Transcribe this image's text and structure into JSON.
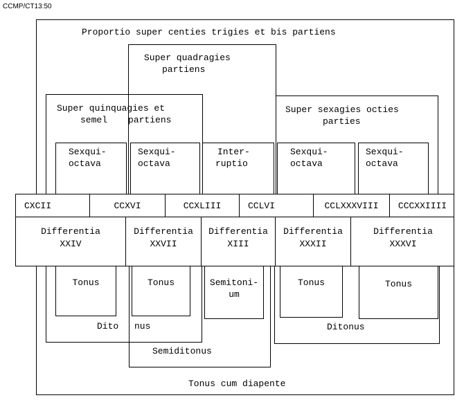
{
  "header": "CCMP/CT13:50",
  "outer": {
    "top": "Proportio super centies trigies et bis partiens",
    "bottom": "Tonus cum diapente"
  },
  "quadragies": {
    "line1": "Super quadragies",
    "line2": "partiens",
    "bottom": "Semiditonus"
  },
  "quinquagies": {
    "line1": "Super quinquagies et",
    "line2a": "semel",
    "line2b": "partiens",
    "bottom_a": "Dito",
    "bottom_b": "nus"
  },
  "sexagies": {
    "line1": "Super sexagies octies",
    "line2": "parties",
    "bottom": "Ditonus"
  },
  "upper_boxes": [
    {
      "l1": "Sexqui-",
      "l2": "octava"
    },
    {
      "l1": "Sexqui-",
      "l2": "octava"
    },
    {
      "l1": "Inter-",
      "l2": "ruptio"
    },
    {
      "l1": "Sexqui-",
      "l2": "octava"
    },
    {
      "l1": "Sexqui-",
      "l2": "octava"
    }
  ],
  "numbers": [
    "CXCII",
    "CCXVI",
    "CCXLIII",
    "CCLVI",
    "CCLXXXVIII",
    "CCCXXIIII"
  ],
  "differentiae": [
    {
      "l1": "Differentia",
      "l2": "XXIV"
    },
    {
      "l1": "Differentia",
      "l2": "XXVII"
    },
    {
      "l1": "Differentia",
      "l2": "XIII"
    },
    {
      "l1": "Differentia",
      "l2": "XXXII"
    },
    {
      "l1": "Differentia",
      "l2": "XXXVI"
    }
  ],
  "lower_boxes": [
    {
      "l1": "Tonus",
      "l2": ""
    },
    {
      "l1": "Tonus",
      "l2": ""
    },
    {
      "l1": "Semitoni-",
      "l2": "um"
    },
    {
      "l1": "Tonus",
      "l2": ""
    },
    {
      "l1": "Tonus",
      "l2": ""
    }
  ]
}
